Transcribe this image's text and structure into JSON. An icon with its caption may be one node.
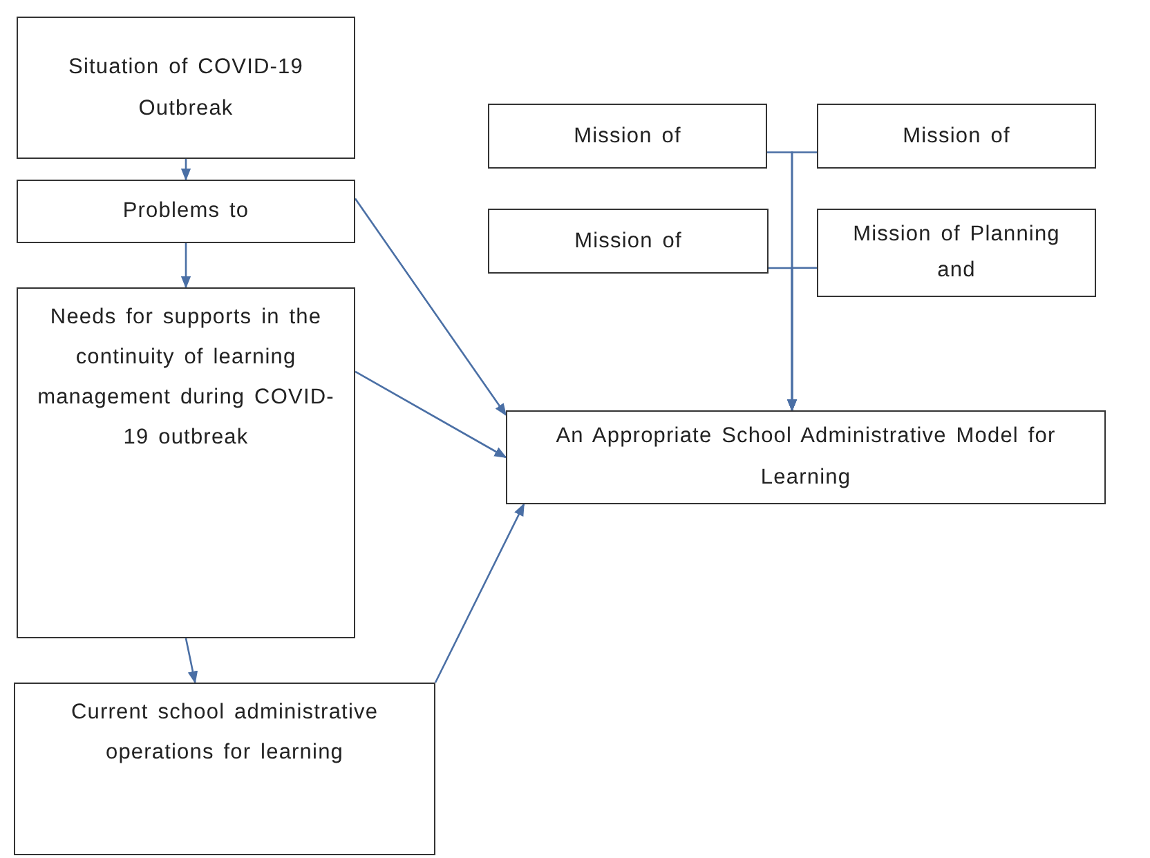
{
  "diagram": {
    "nodes": [
      {
        "text": [
          "Situation of COVID-19 Outbreak"
        ]
      },
      {
        "text": [
          "Problems to"
        ]
      },
      {
        "text": [
          "Needs for supports in the continuity of learning management during COVID-19 outbreak"
        ]
      },
      {
        "text": [
          "Current school administrative operations for learning"
        ]
      },
      {
        "text": [
          "Mission of"
        ]
      },
      {
        "text": [
          "Mission of"
        ]
      },
      {
        "text": [
          "Mission of"
        ]
      },
      {
        "text": [
          "Mission of Planning and"
        ]
      },
      {
        "text": [
          "An Appropriate School Administrative Model for Learning"
        ]
      }
    ],
    "edges": [
      {
        "from": 0,
        "to": 1,
        "arrow": "to"
      },
      {
        "from": 1,
        "to": 2,
        "arrow": "to"
      },
      {
        "from": 2,
        "to": 3,
        "arrow": "to"
      },
      {
        "from": 1,
        "to": 8,
        "arrow": "to"
      },
      {
        "from": 2,
        "to": 8,
        "arrow": "to"
      },
      {
        "from": 3,
        "to": 8,
        "arrow": "to"
      },
      {
        "from": 4,
        "to": 8,
        "arrow": "to"
      },
      {
        "from": 5,
        "to": 8,
        "arrow": "to"
      },
      {
        "from": 6,
        "to": 8,
        "arrow": "to"
      },
      {
        "from": 7,
        "to": 8,
        "arrow": "to"
      }
    ]
  }
}
